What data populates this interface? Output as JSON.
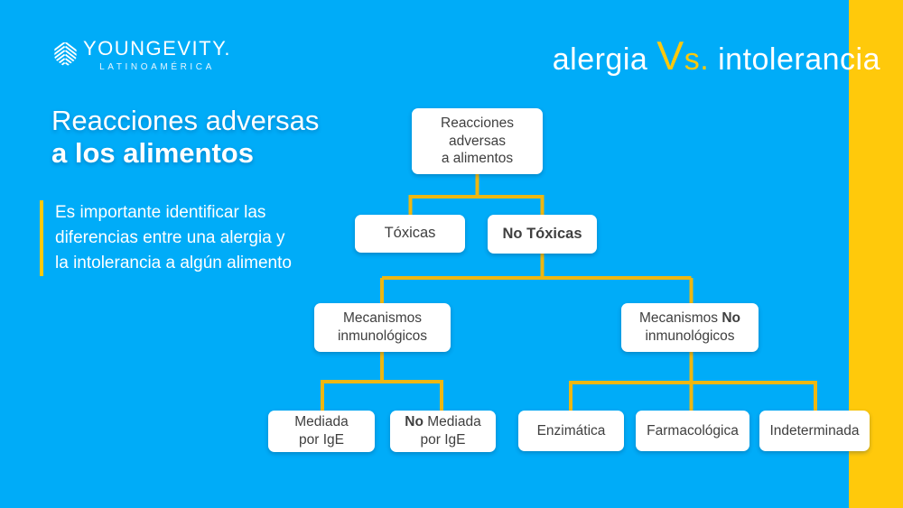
{
  "brand": {
    "name": "YOUNGEVITY.",
    "region": "LATINOAMÉRICA",
    "logo_icon": "youngevity-cube-icon"
  },
  "header": {
    "left_word": "alergia",
    "vs_word": "Vs.",
    "right_word": "intolerancia"
  },
  "intro": {
    "title_line1": "Reacciones adversas",
    "title_line2": "a los alimentos",
    "line1": "Es importante identificar las",
    "line2": "diferencias entre una alergia y",
    "line3": "la intolerancia a algún alimento"
  },
  "colors": {
    "background_blue": "#00ACF8",
    "accent_yellow": "#FFC90B",
    "connector_yellow": "#EEB711",
    "node_text": "#3F3F3F"
  },
  "flowchart": {
    "root": {
      "label": "Reacciones\nadversas\na alimentos"
    },
    "toxicas": {
      "label": "Tóxicas"
    },
    "no_toxicas": {
      "label": "No Tóxicas"
    },
    "mec_inmuno": {
      "label": "Mecanismos\ninmunológicos"
    },
    "mec_no_inmuno": {
      "pre": "Mecanismos",
      "bold": "No",
      "post": "inmunológicos"
    },
    "mediada": {
      "label": "Mediada\npor IgE"
    },
    "no_mediada": {
      "bold": "No",
      "rest_line1": "Mediada",
      "line2": "por IgE"
    },
    "enzimatica": {
      "label": "Enzimática"
    },
    "farmacologica": {
      "label": "Farmacológica"
    },
    "indeterminada": {
      "label": "Indeterminada"
    }
  }
}
